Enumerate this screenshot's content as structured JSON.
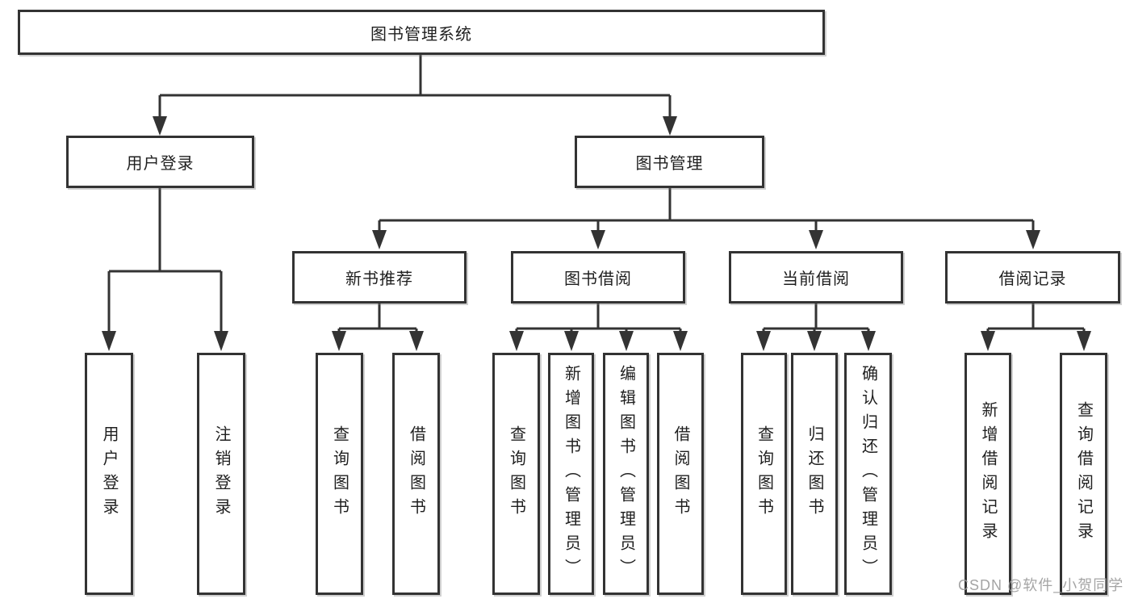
{
  "diagram_type": "hierarchy",
  "tree": {
    "label": "图书管理系统",
    "children": [
      {
        "label": "用户登录",
        "children": [
          {
            "label": "用户登录"
          },
          {
            "label": "注销登录"
          }
        ]
      },
      {
        "label": "图书管理",
        "children": [
          {
            "label": "新书推荐",
            "children": [
              {
                "label": "查询图书"
              },
              {
                "label": "借阅图书"
              }
            ]
          },
          {
            "label": "图书借阅",
            "children": [
              {
                "label": "查询图书"
              },
              {
                "label": "新增图书（管理员）"
              },
              {
                "label": "编辑图书（管理员）"
              },
              {
                "label": "借阅图书"
              }
            ]
          },
          {
            "label": "当前借阅",
            "children": [
              {
                "label": "查询图书"
              },
              {
                "label": "归还图书"
              },
              {
                "label": "确认归还（管理员）"
              }
            ]
          },
          {
            "label": "借阅记录",
            "children": [
              {
                "label": "新增借阅记录"
              },
              {
                "label": "查询借阅记录"
              }
            ]
          }
        ]
      }
    ]
  },
  "watermark": {
    "text": "CSDN @软件_小贺同学",
    "color": "#9c9c9c"
  },
  "colors": {
    "line": "#333333",
    "box_border": "#333333",
    "box_fill": "#ffffff",
    "text": "#1f1f1f",
    "background": "#ffffff"
  }
}
